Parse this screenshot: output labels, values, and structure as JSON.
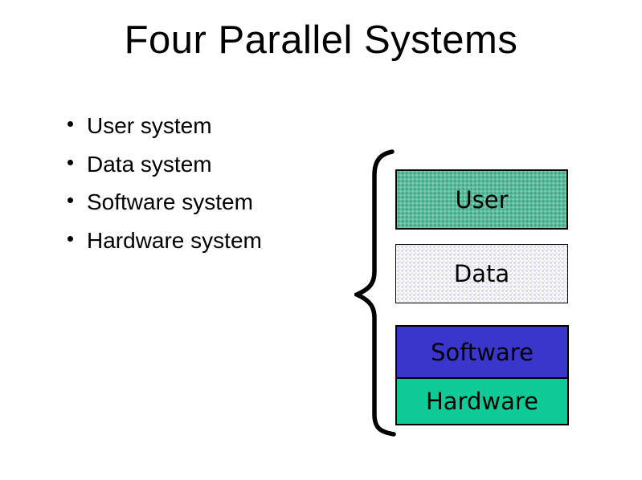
{
  "slide": {
    "title": "Four Parallel Systems",
    "bullets": [
      "User system",
      "Data system",
      "Software system",
      "Hardware system"
    ],
    "diagram": {
      "brace_icon": "left-curly-brace",
      "boxes": [
        {
          "label": "User",
          "fill": "#58bb9b",
          "pattern": "dither",
          "pattern_color": "#2f9f7d"
        },
        {
          "label": "Data",
          "fill": "#fbfbfb",
          "pattern": "dither",
          "pattern_color": "#c6c6e6"
        },
        {
          "label": "Software",
          "fill": "#3a36cb",
          "pattern": "solid"
        },
        {
          "label": "Hardware",
          "fill": "#0ecb97",
          "pattern": "solid"
        }
      ]
    },
    "colors": {
      "background": "#ffffff",
      "text": "#000000",
      "user_green": "#58bb9b",
      "data_light": "#fbfbfb",
      "software_blue": "#3a36cb",
      "hardware_teal": "#0ecb97",
      "border": "#000000"
    }
  }
}
